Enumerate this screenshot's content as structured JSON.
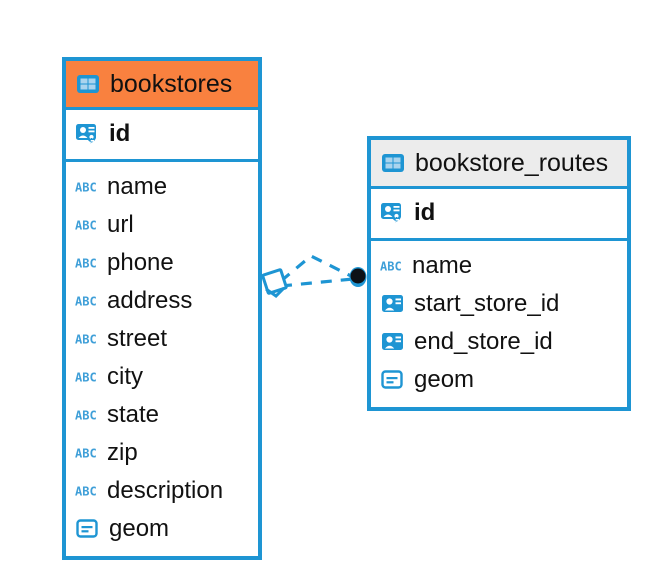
{
  "diagram": {
    "type": "entity-relationship-diagram",
    "background_color": "#ffffff",
    "accent_color": "#1e95d3",
    "highlight_color": "#f9813f",
    "header_gray": "#ececec"
  },
  "entities": [
    {
      "name": "bookstores",
      "header_style": "accent-orange",
      "title_icon": "table-icon",
      "primary_keys": [
        {
          "label": "id",
          "icon": "primary-key-icon"
        }
      ],
      "fields": [
        {
          "label": "name",
          "icon": "text-type-icon"
        },
        {
          "label": "url",
          "icon": "text-type-icon"
        },
        {
          "label": "phone",
          "icon": "text-type-icon"
        },
        {
          "label": "address",
          "icon": "text-type-icon"
        },
        {
          "label": "street",
          "icon": "text-type-icon"
        },
        {
          "label": "city",
          "icon": "text-type-icon"
        },
        {
          "label": "state",
          "icon": "text-type-icon"
        },
        {
          "label": "zip",
          "icon": "text-type-icon"
        },
        {
          "label": "description",
          "icon": "text-type-icon"
        },
        {
          "label": "geom",
          "icon": "geometry-type-icon"
        }
      ]
    },
    {
      "name": "bookstore_routes",
      "header_style": "accent-gray",
      "title_icon": "table-icon",
      "primary_keys": [
        {
          "label": "id",
          "icon": "primary-key-icon"
        }
      ],
      "fields": [
        {
          "label": "name",
          "icon": "text-type-icon"
        },
        {
          "label": "start_store_id",
          "icon": "foreign-key-icon"
        },
        {
          "label": "end_store_id",
          "icon": "foreign-key-icon"
        },
        {
          "label": "geom",
          "icon": "geometry-type-icon"
        }
      ]
    }
  ],
  "relationship": {
    "from_entity": "bookstores",
    "to_entity": "bookstore_routes",
    "line_style": "dashed",
    "line_color": "#1e95d3",
    "source_marker": "diamond-marker",
    "target_marker": "filled-circle-marker"
  }
}
